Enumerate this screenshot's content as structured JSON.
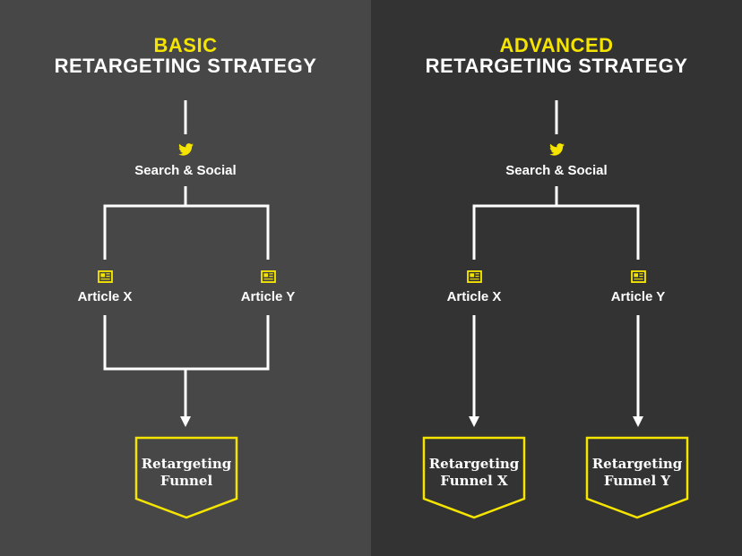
{
  "colors": {
    "accent": "#f5e400",
    "left_panel_bg": "#474747",
    "right_panel_bg": "#333333",
    "line": "#ffffff"
  },
  "basic": {
    "title_accent": "BASIC",
    "title_main": "RETARGETING STRATEGY",
    "source": {
      "icon": "twitter-bird-icon",
      "label": "Search & Social"
    },
    "articles": [
      {
        "icon": "article-icon",
        "label": "Article X"
      },
      {
        "icon": "article-icon",
        "label": "Article Y"
      }
    ],
    "funnels": [
      {
        "line1": "Retargeting",
        "line2": "Funnel"
      }
    ]
  },
  "advanced": {
    "title_accent": "ADVANCED",
    "title_main": "RETARGETING STRATEGY",
    "source": {
      "icon": "twitter-bird-icon",
      "label": "Search & Social"
    },
    "articles": [
      {
        "icon": "article-icon",
        "label": "Article X"
      },
      {
        "icon": "article-icon",
        "label": "Article Y"
      }
    ],
    "funnels": [
      {
        "line1": "Retargeting",
        "line2": "Funnel X"
      },
      {
        "line1": "Retargeting",
        "line2": "Funnel Y"
      }
    ]
  }
}
